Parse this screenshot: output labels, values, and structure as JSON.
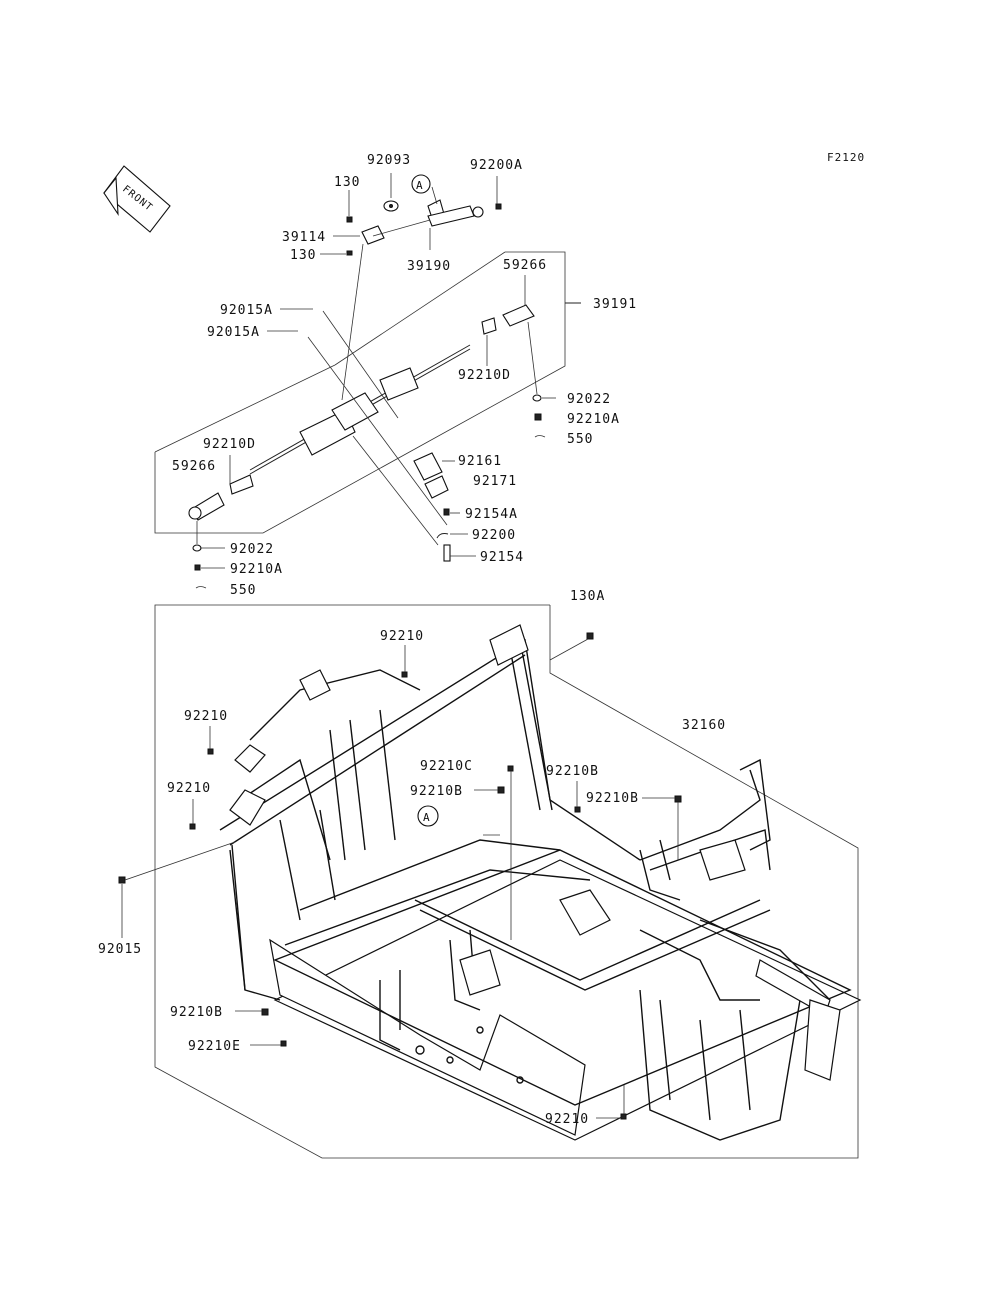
{
  "diagram_code": "F2120",
  "front_badge": "FRONT",
  "ref_a": "A",
  "labels": {
    "p92093": "92093",
    "p92200A": "92200A",
    "p130_top": "130",
    "p39114": "39114",
    "p130_bottom": "130",
    "p39190": "39190",
    "p59266_right": "59266",
    "p39191": "39191",
    "p92015A_1": "92015A",
    "p92015A_2": "92015A",
    "p92210D_right": "92210D",
    "p92022_right": "92022",
    "p92210A_right": "92210A",
    "p550_right": "550",
    "p92210D_left": "92210D",
    "p92161": "92161",
    "p59266_left": "59266",
    "p92171": "92171",
    "p92154A": "92154A",
    "p92200": "92200",
    "p92154": "92154",
    "p92022_left": "92022",
    "p92210A_left": "92210A",
    "p550_left": "550",
    "p130A": "130A",
    "p92210_top": "92210",
    "p32160": "32160",
    "p92210_left1": "92210",
    "p92210C": "92210C",
    "p92210B_right1": "92210B",
    "p92210B_mid": "92210B",
    "p92210B_right2": "92210B",
    "p92210_left2": "92210",
    "p92015": "92015",
    "p92210B_bottom": "92210B",
    "p92210E": "92210E",
    "p92210_bottom": "92210"
  }
}
